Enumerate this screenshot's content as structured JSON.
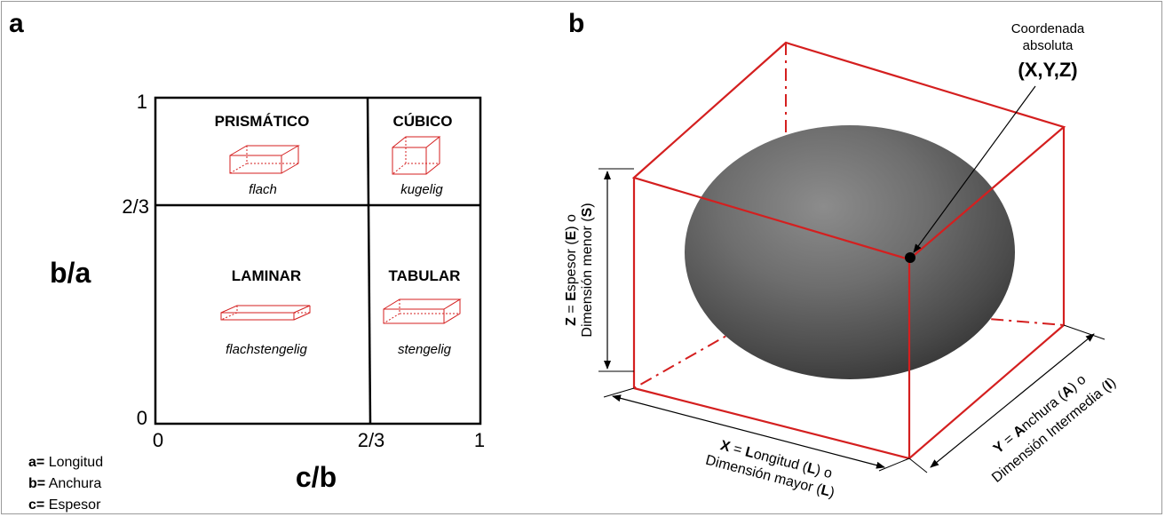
{
  "panel_a": {
    "label": "a",
    "y_axis": {
      "title": "b/a",
      "ticks": [
        "1",
        "2/3",
        "0"
      ]
    },
    "x_axis": {
      "title": "c/b",
      "ticks": [
        "0",
        "2/3",
        "1"
      ]
    },
    "regions": {
      "prismatic": {
        "name": "PRISMÁTICO",
        "subtitle": "flach"
      },
      "cubic": {
        "name": "CÚBICO",
        "subtitle": "kugelig"
      },
      "laminar": {
        "name": "LAMINAR",
        "subtitle": "flachstengelig"
      },
      "tabular": {
        "name": "TABULAR",
        "subtitle": "stengelig"
      }
    },
    "legend": [
      {
        "key": "a=",
        "value": " Longitud"
      },
      {
        "key": "b=",
        "value": " Anchura"
      },
      {
        "key": "c=",
        "value": " Espesor"
      }
    ]
  },
  "panel_b": {
    "label": "b",
    "callout": {
      "line1": "Coordenada",
      "line2": "absoluta",
      "coords": "(X,Y,Z)"
    },
    "z_dimension": {
      "line1": [
        {
          "t": "Z",
          "b": true
        },
        {
          "t": " = ",
          "b": false
        },
        {
          "t": "E",
          "b": true
        },
        {
          "t": "spesor (",
          "b": false
        },
        {
          "t": "E",
          "b": true
        },
        {
          "t": ") o",
          "b": false
        }
      ],
      "line2": [
        {
          "t": "Dimensión menor (",
          "b": false
        },
        {
          "t": "S",
          "b": true
        },
        {
          "t": ")",
          "b": false
        }
      ]
    },
    "x_dimension": {
      "line1": [
        {
          "t": "X",
          "b": true
        },
        {
          "t": " = ",
          "b": false
        },
        {
          "t": "L",
          "b": true
        },
        {
          "t": "ongitud (",
          "b": false
        },
        {
          "t": "L",
          "b": true
        },
        {
          "t": ") o",
          "b": false
        }
      ],
      "line2": [
        {
          "t": "Dimensión mayor (",
          "b": false
        },
        {
          "t": "L",
          "b": true
        },
        {
          "t": ")",
          "b": false
        }
      ]
    },
    "y_dimension": {
      "line1": [
        {
          "t": "Y",
          "b": true
        },
        {
          "t": " = ",
          "b": false
        },
        {
          "t": "A",
          "b": true
        },
        {
          "t": "nchura (",
          "b": false
        },
        {
          "t": "A",
          "b": true
        },
        {
          "t": ") o",
          "b": false
        }
      ],
      "line2": [
        {
          "t": "Dimensión Intermedia (",
          "b": false
        },
        {
          "t": "I",
          "b": true
        },
        {
          "t": ")",
          "b": false
        }
      ]
    }
  },
  "colors": {
    "box": "#d41f1f",
    "ellipsoid": "#6f6f6f",
    "text": "#000000"
  }
}
